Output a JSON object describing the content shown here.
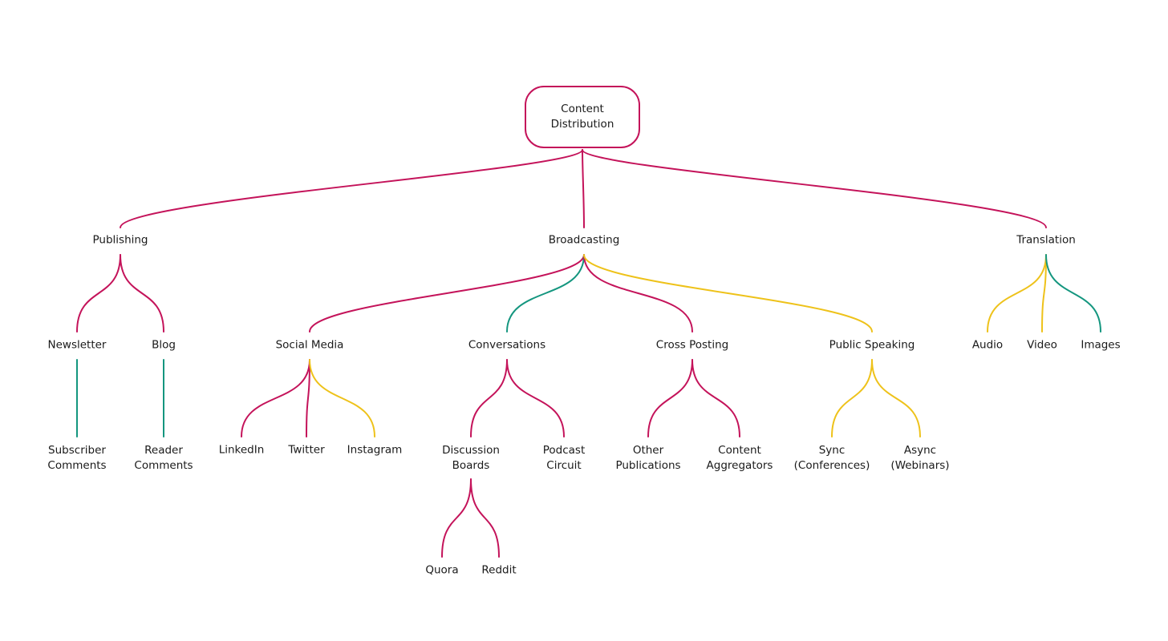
{
  "colors": {
    "magenta": "#c4135a",
    "teal": "#14967f",
    "yellow": "#eec21a"
  },
  "nodes": {
    "root": [
      "Content",
      "Distribution"
    ],
    "publishing": "Publishing",
    "broadcasting": "Broadcasting",
    "translation": "Translation",
    "newsletter": "Newsletter",
    "blog": "Blog",
    "social_media": "Social Media",
    "conversations": "Conversations",
    "cross_posting": "Cross Posting",
    "public_speaking": "Public Speaking",
    "audio": "Audio",
    "video": "Video",
    "images": "Images",
    "subscriber_comments": [
      "Subscriber",
      "Comments"
    ],
    "reader_comments": [
      "Reader",
      "Comments"
    ],
    "linkedin": "LinkedIn",
    "twitter": "Twitter",
    "instagram": "Instagram",
    "discussion_boards": [
      "Discussion",
      "Boards"
    ],
    "podcast_circuit": [
      "Podcast",
      "Circuit"
    ],
    "other_publications": [
      "Other",
      "Publications"
    ],
    "content_aggregators": [
      "Content",
      "Aggregators"
    ],
    "sync": [
      "Sync",
      "(Conferences)"
    ],
    "async": [
      "Async",
      "(Webinars)"
    ],
    "quora": "Quora",
    "reddit": "Reddit"
  },
  "edges": [
    {
      "from": "root",
      "to": "publishing",
      "color": "magenta"
    },
    {
      "from": "root",
      "to": "broadcasting",
      "color": "magenta"
    },
    {
      "from": "root",
      "to": "translation",
      "color": "magenta"
    },
    {
      "from": "publishing",
      "to": "newsletter",
      "color": "magenta"
    },
    {
      "from": "publishing",
      "to": "blog",
      "color": "magenta"
    },
    {
      "from": "broadcasting",
      "to": "social_media",
      "color": "magenta"
    },
    {
      "from": "broadcasting",
      "to": "conversations",
      "color": "teal"
    },
    {
      "from": "broadcasting",
      "to": "cross_posting",
      "color": "magenta"
    },
    {
      "from": "broadcasting",
      "to": "public_speaking",
      "color": "yellow"
    },
    {
      "from": "translation",
      "to": "audio",
      "color": "yellow"
    },
    {
      "from": "translation",
      "to": "video",
      "color": "yellow"
    },
    {
      "from": "translation",
      "to": "images",
      "color": "teal"
    },
    {
      "from": "newsletter",
      "to": "subscriber_comments",
      "color": "teal"
    },
    {
      "from": "blog",
      "to": "reader_comments",
      "color": "teal"
    },
    {
      "from": "social_media",
      "to": "linkedin",
      "color": "magenta"
    },
    {
      "from": "social_media",
      "to": "twitter",
      "color": "magenta"
    },
    {
      "from": "social_media",
      "to": "instagram",
      "color": "yellow"
    },
    {
      "from": "conversations",
      "to": "discussion_boards",
      "color": "magenta"
    },
    {
      "from": "conversations",
      "to": "podcast_circuit",
      "color": "magenta"
    },
    {
      "from": "cross_posting",
      "to": "other_publications",
      "color": "magenta"
    },
    {
      "from": "cross_posting",
      "to": "content_aggregators",
      "color": "magenta"
    },
    {
      "from": "public_speaking",
      "to": "sync",
      "color": "yellow"
    },
    {
      "from": "public_speaking",
      "to": "async",
      "color": "yellow"
    },
    {
      "from": "discussion_boards",
      "to": "quora",
      "color": "magenta"
    },
    {
      "from": "discussion_boards",
      "to": "reddit",
      "color": "magenta"
    }
  ]
}
